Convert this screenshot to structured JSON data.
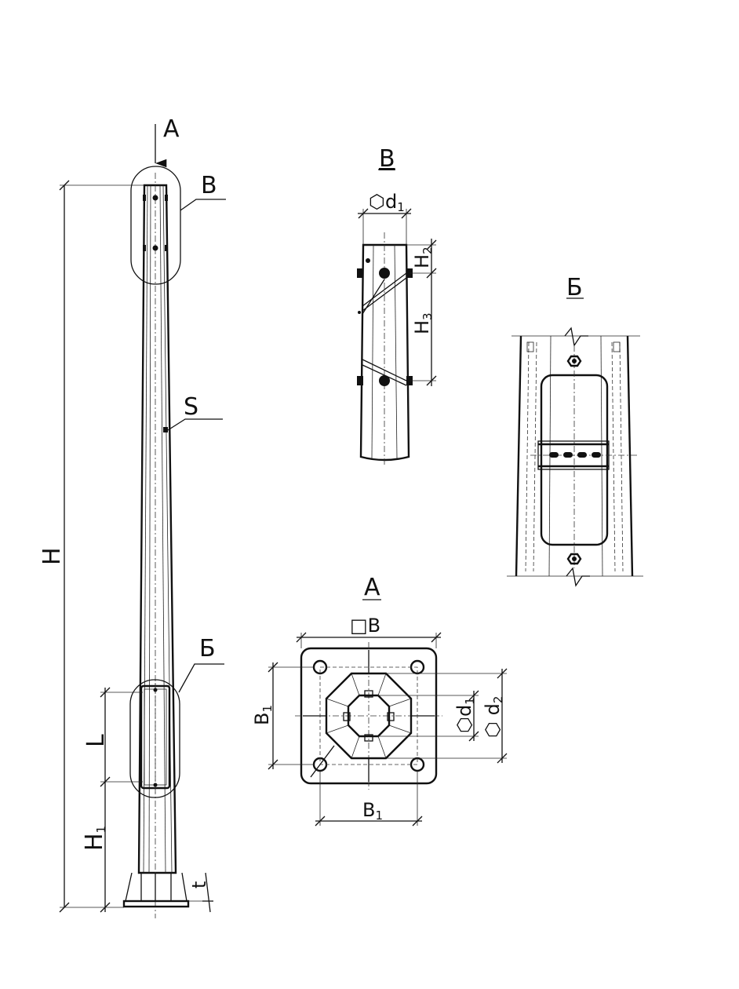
{
  "labels": {
    "view_arrow": "А",
    "callout_top": "В",
    "callout_side": "S",
    "callout_hatch": "Б",
    "dim_height": "H",
    "dim_lower_height": "H",
    "dim_lower_height_sub": "1",
    "dim_hatch_length": "L",
    "dim_plate_thickness": "t"
  },
  "detail_top": {
    "title": "В",
    "dim_top_diam": "⬡d",
    "dim_top_diam_sub": "1",
    "dim_h2": "H",
    "dim_h2_sub": "2",
    "dim_h3": "H",
    "dim_h3_sub": "3"
  },
  "detail_hatch": {
    "title": "Б"
  },
  "detail_base": {
    "title": "А",
    "dim_plate": "□B",
    "dim_bolt_spacing_v": "B",
    "dim_bolt_spacing_v_sub": "1",
    "dim_bolt_spacing_h": "B",
    "dim_bolt_spacing_h_sub": "1",
    "dim_d1": "⬡d",
    "dim_d1_sub": "1",
    "dim_d2": "⬡ d",
    "dim_d2_sub": "2"
  }
}
